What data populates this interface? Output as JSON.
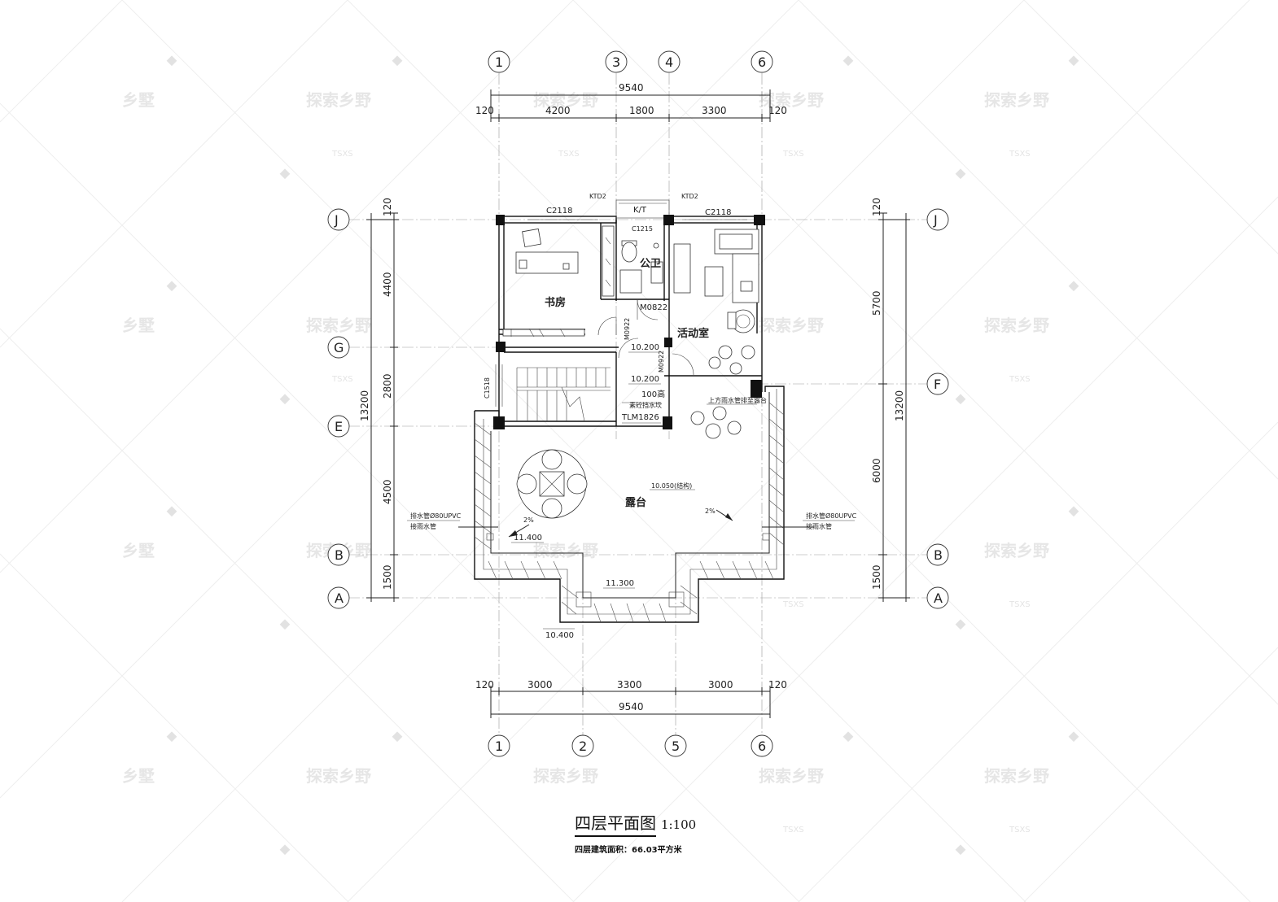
{
  "watermark": {
    "brand": "探索乡野",
    "brand_short": "乡墅",
    "code": "TSXS"
  },
  "axes": {
    "top": [
      "1",
      "3",
      "4",
      "6"
    ],
    "bottom": [
      "1",
      "2",
      "5",
      "6"
    ],
    "left": [
      "J",
      "G",
      "E",
      "B",
      "A"
    ],
    "right": [
      "J",
      "F",
      "B",
      "A"
    ]
  },
  "dimensions": {
    "top_total": "9540",
    "top_parts": [
      "120",
      "4200",
      "1800",
      "3300",
      "120"
    ],
    "bottom_total": "9540",
    "bottom_parts": [
      "120",
      "3000",
      "3300",
      "3000",
      "120"
    ],
    "left_total": "13200",
    "left_parts": [
      "120",
      "4400",
      "2800",
      "4500",
      "1500"
    ],
    "right_total": "13200",
    "right_parts": [
      "120",
      "5700",
      "6000",
      "1500"
    ]
  },
  "rooms": {
    "study": "书房",
    "bathroom": "公卫",
    "activity": "活动室",
    "terrace": "露台"
  },
  "labels": {
    "win_c2118_a": "C2118",
    "win_c2118_b": "C2118",
    "ktd2_a": "KTD2",
    "ktd2_b": "KTD2",
    "kt": "K/T",
    "c1215": "C1215",
    "m0822": "M0822",
    "m0922_a": "M0922",
    "m0922_b": "M0922",
    "c1518": "C1518",
    "tlm1826": "TLM1826",
    "elev_1": "10.200",
    "elev_2": "10.200",
    "step_note_1": "100高",
    "step_note_2": "素砼挡水坎",
    "upper_drain": "上方雨水管排至露台",
    "terrace_elev": "10.050(结构)",
    "slope_l": "2%",
    "slope_r": "2%",
    "elev_11400": "11.400",
    "elev_11300": "11.300",
    "elev_10400": "10.400",
    "drain_l1": "排水管Ø80UPVC",
    "drain_l2": "接雨水管",
    "drain_r1": "排水管Ø80UPVC",
    "drain_r2": "接雨水管"
  },
  "title": {
    "name": "四层平面图",
    "scale": "1:100",
    "area": "四层建筑面积：66.03平方米"
  }
}
